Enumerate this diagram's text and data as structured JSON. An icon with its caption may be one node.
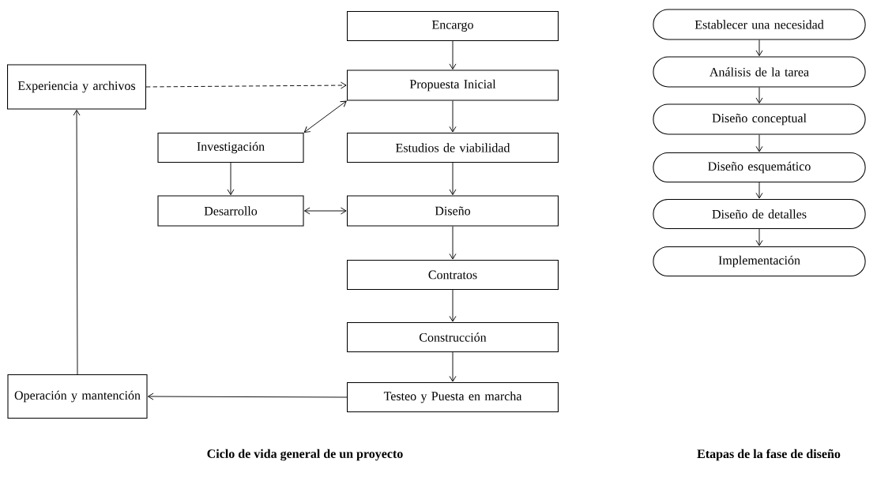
{
  "diagram": {
    "nodes": [
      {
        "text": [
          "Encargo"
        ]
      },
      {
        "text": [
          "Propuesta Inicial"
        ]
      },
      {
        "text": [
          "Experiencia y archivos"
        ]
      },
      {
        "text": [
          "Investigación"
        ]
      },
      {
        "text": [
          "Estudios de viabilidad"
        ]
      },
      {
        "text": [
          "Desarrollo"
        ]
      },
      {
        "text": [
          "Diseño"
        ]
      },
      {
        "text": [
          "Contratos"
        ]
      },
      {
        "text": [
          "Construcción"
        ]
      },
      {
        "text": [
          "Testeo y Puesta en marcha"
        ]
      },
      {
        "text": [
          "Operación y mantención"
        ]
      },
      {
        "text": [
          "Establecer una necesidad"
        ]
      },
      {
        "text": [
          "Análisis de la tarea"
        ]
      },
      {
        "text": [
          "Diseño conceptual"
        ]
      },
      {
        "text": [
          "Diseño esquemático"
        ]
      },
      {
        "text": [
          "Diseño de detalles"
        ]
      },
      {
        "text": [
          "Implementación"
        ]
      }
    ],
    "edges": [
      {
        "from": 0,
        "to": 1,
        "arrow": "to"
      },
      {
        "from": 2,
        "to": 1,
        "arrow": "to",
        "style": "dashed"
      },
      {
        "from": 3,
        "to": 1,
        "arrow": "both"
      },
      {
        "from": 1,
        "to": 4,
        "arrow": "to"
      },
      {
        "from": 3,
        "to": 5,
        "arrow": "to"
      },
      {
        "from": 4,
        "to": 6,
        "arrow": "to"
      },
      {
        "from": 5,
        "to": 6,
        "arrow": "both"
      },
      {
        "from": 6,
        "to": 7,
        "arrow": "to"
      },
      {
        "from": 7,
        "to": 8,
        "arrow": "to"
      },
      {
        "from": 8,
        "to": 9,
        "arrow": "to"
      },
      {
        "from": 9,
        "to": 10,
        "arrow": "to"
      },
      {
        "from": 10,
        "to": 2,
        "arrow": "to"
      },
      {
        "from": 11,
        "to": 12,
        "arrow": "to"
      },
      {
        "from": 12,
        "to": 13,
        "arrow": "to"
      },
      {
        "from": 13,
        "to": 14,
        "arrow": "to"
      },
      {
        "from": 14,
        "to": 15,
        "arrow": "to"
      },
      {
        "from": 15,
        "to": 16,
        "arrow": "to"
      }
    ],
    "labels": [
      "Ciclo de vida general de un proyecto",
      "Etapas de la fase de diseño"
    ]
  }
}
